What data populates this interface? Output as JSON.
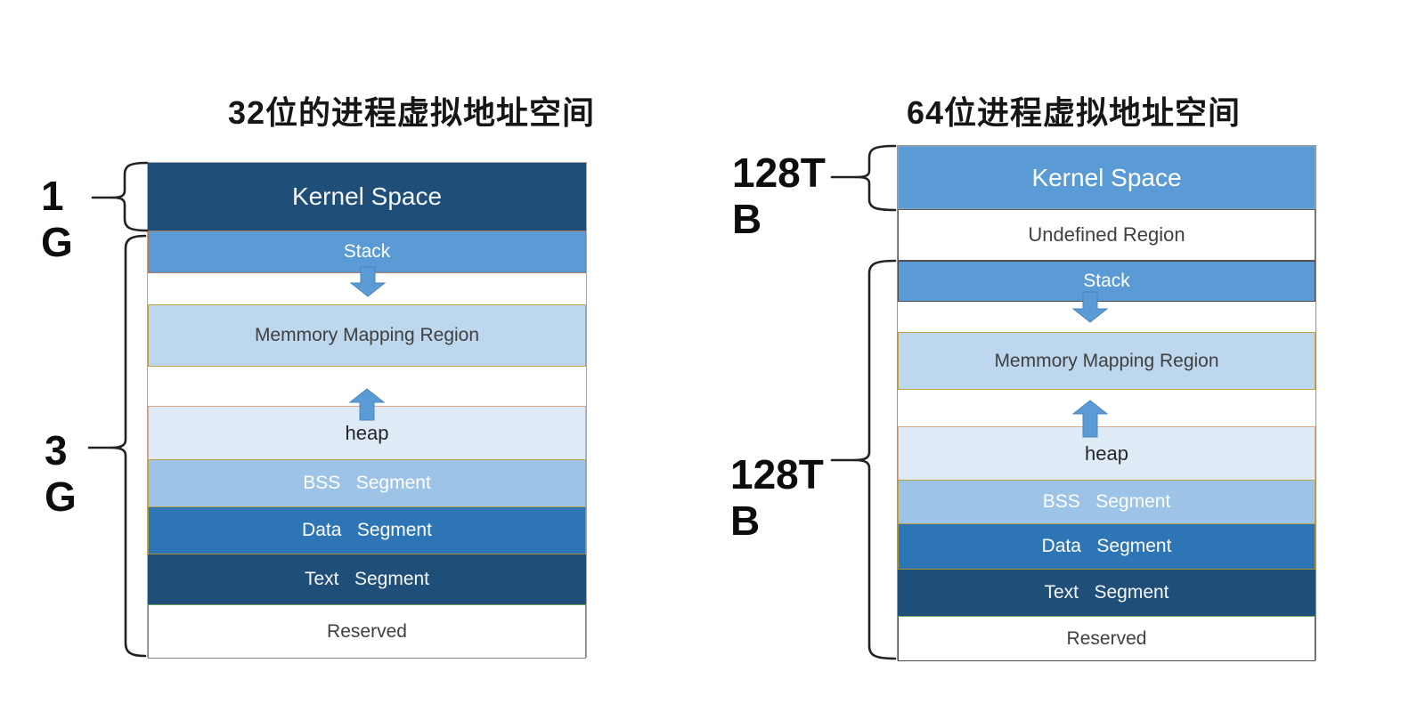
{
  "page": {
    "background_color": "#ffffff"
  },
  "colors": {
    "navy": "#1f4e79",
    "medium_blue": "#5b9bd5",
    "light_blue": "#9dc3e6",
    "pale_blue": "#bdd7ee",
    "palest_blue": "#deebf7",
    "data_blue": "#2e75b6",
    "arrow_blue": "#5b9bd5",
    "gold_border": "#bfa145",
    "salmon_border": "#d9a98e",
    "green_border": "#6d9c55",
    "brace_stroke": "#222222"
  },
  "diagrams": [
    {
      "title": "32位的进程虚拟地址空间",
      "size_labels": [
        {
          "line1": "1",
          "line2": "G"
        },
        {
          "line1": "3",
          "line2": "G"
        }
      ],
      "segments": [
        {
          "label": "Kernel Space",
          "fill": "#1f4e79",
          "text_color": "#ffffff"
        },
        {
          "label": "Stack",
          "fill": "#5b9bd5",
          "text_color": "#ffffff"
        },
        {
          "label": "Memmory Mapping Region",
          "fill": "#bdd7ee",
          "text_color": "#404040"
        },
        {
          "label": "heap",
          "fill": "#deebf7",
          "text_color": "#262626"
        },
        {
          "label": "BSS   Segment",
          "fill": "#9dc3e6",
          "text_color": "#ffffff"
        },
        {
          "label": "Data   Segment",
          "fill": "#2e75b6",
          "text_color": "#ffffff"
        },
        {
          "label": "Text   Segment",
          "fill": "#1f4e79",
          "text_color": "#ffffff"
        },
        {
          "label": "Reserved",
          "fill": "#ffffff",
          "text_color": "#404040"
        }
      ],
      "icons": [
        "down-arrow",
        "up-arrow"
      ]
    },
    {
      "title": "64位进程虚拟地址空间",
      "size_labels": [
        {
          "line1": "128T",
          "line2": "B"
        },
        {
          "line1": "128T",
          "line2": "B"
        }
      ],
      "segments": [
        {
          "label": "Kernel Space",
          "fill": "#5b9bd5",
          "text_color": "#ffffff"
        },
        {
          "label": "Undefined Region",
          "fill": "#ffffff",
          "text_color": "#404040"
        },
        {
          "label": "Stack",
          "fill": "#5b9bd5",
          "text_color": "#ffffff"
        },
        {
          "label": "Memmory Mapping Region",
          "fill": "#bdd7ee",
          "text_color": "#404040"
        },
        {
          "label": "heap",
          "fill": "#deebf7",
          "text_color": "#262626"
        },
        {
          "label": "BSS   Segment",
          "fill": "#9dc3e6",
          "text_color": "#ffffff"
        },
        {
          "label": "Data   Segment",
          "fill": "#2e75b6",
          "text_color": "#ffffff"
        },
        {
          "label": "Text   Segment",
          "fill": "#1f4e79",
          "text_color": "#ffffff"
        },
        {
          "label": "Reserved",
          "fill": "#ffffff",
          "text_color": "#404040"
        }
      ],
      "icons": [
        "down-arrow",
        "up-arrow"
      ]
    }
  ]
}
